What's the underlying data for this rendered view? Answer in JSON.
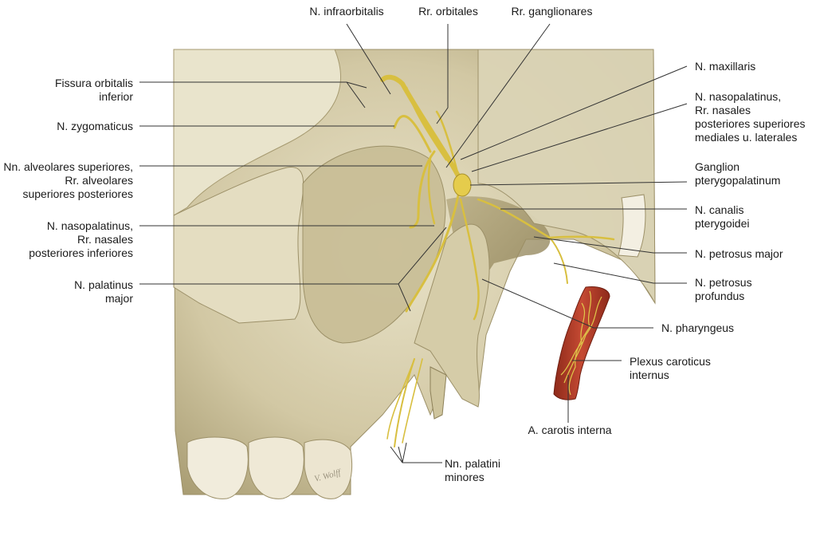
{
  "labels": {
    "n_infraorbitalis": [
      "N. infraorbitalis"
    ],
    "rr_orbitales": [
      "Rr. orbitales"
    ],
    "rr_ganglionares": [
      "Rr. ganglionares"
    ],
    "n_maxillaris": [
      "N. maxillaris"
    ],
    "n_nasopalatinus_sup": [
      "N. nasopalatinus,",
      "Rr. nasales",
      "posteriores superiores",
      "mediales u. laterales"
    ],
    "ganglion_pterygopalatinum": [
      "Ganglion",
      "pterygopalatinum"
    ],
    "n_canalis_pterygoidei": [
      "N. canalis",
      "pterygoidei"
    ],
    "n_petrosus_major": [
      "N. petrosus major"
    ],
    "n_petrosus_profundus": [
      "N. petrosus",
      "profundus"
    ],
    "n_pharyngeus": [
      "N. pharyngeus"
    ],
    "plexus_caroticus": [
      "Plexus caroticus",
      "internus"
    ],
    "a_carotis_interna": [
      "A. carotis interna"
    ],
    "nn_palatini_minores": [
      "Nn. palatini",
      "minores"
    ],
    "fissura_orbitalis": [
      "Fissura orbitalis",
      "inferior"
    ],
    "n_zygomaticus": [
      "N. zygomaticus"
    ],
    "nn_alveolares": [
      "Nn. alveolares superiores,",
      "Rr. alveolares",
      "superiores posteriores"
    ],
    "n_nasopalatinus_inf": [
      "N. nasopalatinus,",
      "Rr. nasales",
      "posteriores inferiores"
    ],
    "n_palatinus_major": [
      "N. palatinus",
      "major"
    ]
  },
  "signature": "V. Wolff",
  "colors": {
    "bone_light": "#e3dcc2",
    "bone_mid": "#c9bf98",
    "bone_dark": "#8f8258",
    "nerve": "#e0c84a",
    "nerve_dark": "#a8902a",
    "artery": "#b23a26",
    "leader_line": "#333333"
  }
}
